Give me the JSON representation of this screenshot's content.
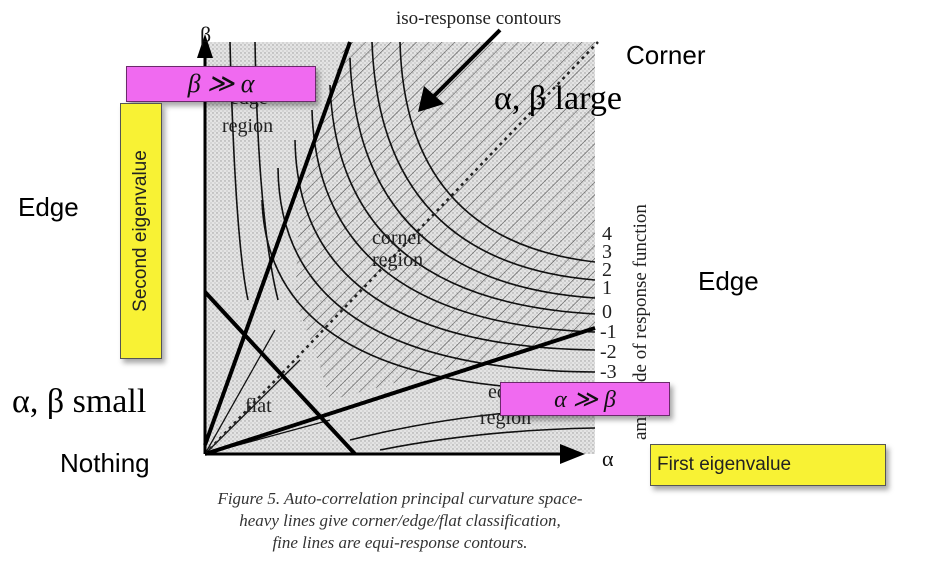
{
  "diagram": {
    "callout_label": "iso-response contours",
    "beta_axis": "β",
    "alpha_axis": "α",
    "region_edge_top_1": "edge",
    "region_edge_top_2": "region",
    "region_corner_1": "corner",
    "region_corner_2": "region",
    "region_flat": "flat",
    "region_edge_bottom_1": "edge",
    "region_edge_bottom_2": "region",
    "scale_title": "amplitude of response function",
    "scale_ticks": [
      "4",
      "3",
      "2",
      "1",
      "0",
      "-1",
      "-2",
      "-3"
    ],
    "caption_lines": [
      "Figure 5.  Auto-correlation principal curvature space-",
      "heavy lines give corner/edge/flat classification,",
      "fine lines are equi-response contours."
    ]
  },
  "annotations": {
    "beta_gg_alpha": "β ≫ α",
    "alpha_gg_beta": "α ≫ β",
    "second_eigenvalue": "Second eigenvalue",
    "first_eigenvalue": "First eigenvalue",
    "corner": "Corner",
    "alpha_beta_large": "α, β large",
    "edge_left": "Edge",
    "edge_right": "Edge",
    "alpha_beta_small": "α, β small",
    "nothing": "Nothing"
  },
  "colors": {
    "magenta": "#f06af0",
    "yellow": "#f8f234",
    "stipple": "#dcdcdc"
  }
}
